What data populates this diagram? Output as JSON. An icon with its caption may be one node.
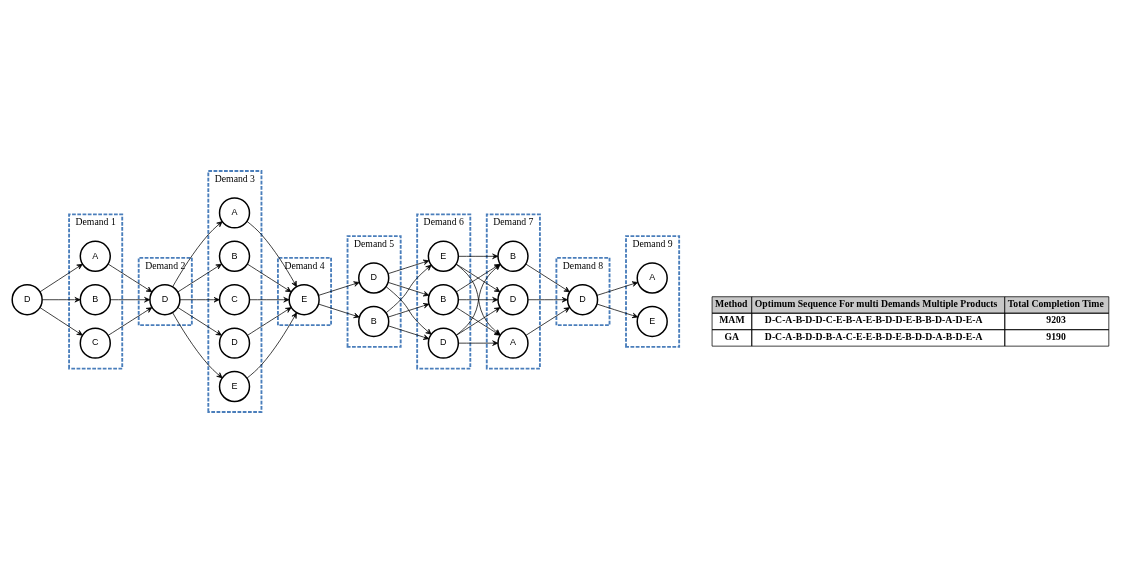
{
  "diagram": {
    "nodes": [
      {
        "text": [
          "D"
        ]
      },
      {
        "text": [
          "Demand 1"
        ]
      },
      {
        "text": [
          "A"
        ],
        "in": 1
      },
      {
        "text": [
          "B"
        ],
        "in": 1
      },
      {
        "text": [
          "C"
        ],
        "in": 1
      },
      {
        "text": [
          "Demand 2"
        ]
      },
      {
        "text": [
          "D"
        ],
        "in": 5
      },
      {
        "text": [
          "Demand 3"
        ]
      },
      {
        "text": [
          "A"
        ],
        "in": 7
      },
      {
        "text": [
          "B"
        ],
        "in": 7
      },
      {
        "text": [
          "C"
        ],
        "in": 7
      },
      {
        "text": [
          "D"
        ],
        "in": 7
      },
      {
        "text": [
          "E"
        ],
        "in": 7
      },
      {
        "text": [
          "Demand 4"
        ]
      },
      {
        "text": [
          "E"
        ],
        "in": 13
      },
      {
        "text": [
          "Demand 5"
        ]
      },
      {
        "text": [
          "D"
        ],
        "in": 15
      },
      {
        "text": [
          "B"
        ],
        "in": 15
      },
      {
        "text": [
          "Demand 6"
        ]
      },
      {
        "text": [
          "D"
        ],
        "in": 18
      },
      {
        "text": [
          "E"
        ],
        "in": 18
      },
      {
        "text": [
          "B"
        ],
        "in": 18
      },
      {
        "text": [
          "Demand 7"
        ]
      },
      {
        "text": [
          "A"
        ],
        "in": 22
      },
      {
        "text": [
          "B"
        ],
        "in": 22
      },
      {
        "text": [
          "D"
        ],
        "in": 22
      },
      {
        "text": [
          "Demand 8"
        ]
      },
      {
        "text": [
          "D"
        ],
        "in": 26
      },
      {
        "text": [
          "Demand 9"
        ]
      },
      {
        "text": [
          "A"
        ],
        "in": 28
      },
      {
        "text": [
          "E"
        ],
        "in": 28
      }
    ],
    "edges": [
      {
        "from": 0,
        "to": 2,
        "arrow": "to"
      },
      {
        "from": 0,
        "to": 3,
        "arrow": "to"
      },
      {
        "from": 0,
        "to": 4,
        "arrow": "to"
      },
      {
        "from": 2,
        "to": 6,
        "arrow": "to"
      },
      {
        "from": 3,
        "to": 6,
        "arrow": "to"
      },
      {
        "from": 4,
        "to": 6,
        "arrow": "to"
      },
      {
        "from": 6,
        "to": 8,
        "arrow": "to"
      },
      {
        "from": 6,
        "to": 9,
        "arrow": "to"
      },
      {
        "from": 6,
        "to": 10,
        "arrow": "to"
      },
      {
        "from": 6,
        "to": 11,
        "arrow": "to"
      },
      {
        "from": 6,
        "to": 12,
        "arrow": "to"
      },
      {
        "from": 8,
        "to": 14,
        "arrow": "to"
      },
      {
        "from": 9,
        "to": 14,
        "arrow": "to"
      },
      {
        "from": 10,
        "to": 14,
        "arrow": "to"
      },
      {
        "from": 11,
        "to": 14,
        "arrow": "to"
      },
      {
        "from": 12,
        "to": 14,
        "arrow": "to"
      },
      {
        "from": 14,
        "to": 16,
        "arrow": "to"
      },
      {
        "from": 14,
        "to": 17,
        "arrow": "to"
      },
      {
        "from": 16,
        "to": 19,
        "arrow": "to"
      },
      {
        "from": 16,
        "to": 20,
        "arrow": "to"
      },
      {
        "from": 16,
        "to": 21,
        "arrow": "to"
      },
      {
        "from": 17,
        "to": 19,
        "arrow": "to"
      },
      {
        "from": 17,
        "to": 20,
        "arrow": "to"
      },
      {
        "from": 17,
        "to": 21,
        "arrow": "to"
      },
      {
        "from": 19,
        "to": 23,
        "arrow": "to"
      },
      {
        "from": 19,
        "to": 24,
        "arrow": "to"
      },
      {
        "from": 19,
        "to": 25,
        "arrow": "to"
      },
      {
        "from": 20,
        "to": 23,
        "arrow": "to"
      },
      {
        "from": 20,
        "to": 24,
        "arrow": "to"
      },
      {
        "from": 20,
        "to": 25,
        "arrow": "to"
      },
      {
        "from": 21,
        "to": 23,
        "arrow": "to"
      },
      {
        "from": 21,
        "to": 24,
        "arrow": "to"
      },
      {
        "from": 21,
        "to": 25,
        "arrow": "to"
      },
      {
        "from": 23,
        "to": 27,
        "arrow": "to"
      },
      {
        "from": 24,
        "to": 27,
        "arrow": "to"
      },
      {
        "from": 25,
        "to": 27,
        "arrow": "to"
      },
      {
        "from": 27,
        "to": 29,
        "arrow": "to"
      },
      {
        "from": 27,
        "to": 30,
        "arrow": "to"
      }
    ],
    "labels": [
      "Method",
      "Optimum Sequence For multi Demands Multiple Products",
      "Total Completion Time",
      "MAM",
      "D-C-A-B-D-D-C-E-B-A-E-B-D-D-E-B-B-D-A-D-E-A",
      "9203",
      "GA",
      "D-C-A-B-D-D-B-A-C-E-E-B-D-E-B-D-D-A-B-D-E-A",
      "9190"
    ]
  }
}
